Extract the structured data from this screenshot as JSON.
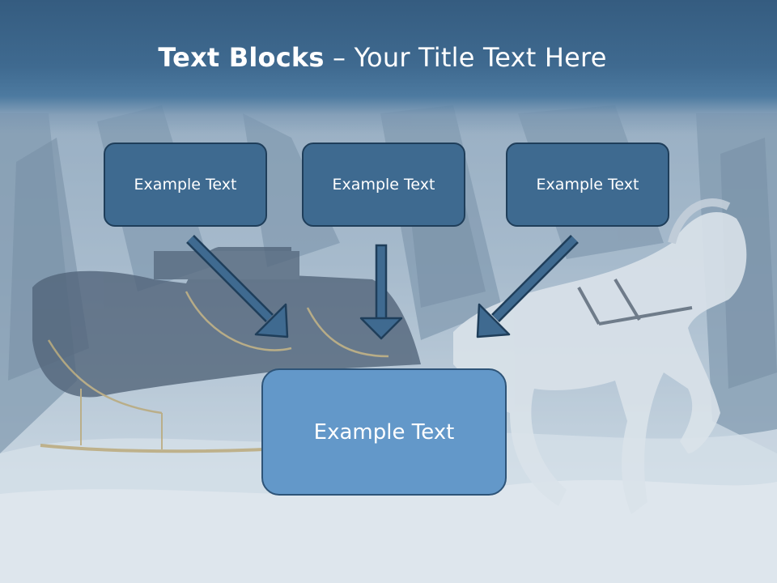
{
  "slide": {
    "title_bold": "Text Blocks",
    "title_dash": " – ",
    "title_rest": "Your Title Text Here",
    "blocks": [
      {
        "label": "Example Text"
      },
      {
        "label": "Example Text"
      },
      {
        "label": "Example Text"
      }
    ],
    "target": {
      "label": "Example Text"
    }
  },
  "colors": {
    "header": "#3f6a90",
    "small_box": "#3e6a90",
    "big_box": "#6398c9",
    "arrow_fill": "#3f6a90",
    "border": "#1f3e5a"
  },
  "icons": [
    "down-right-arrow-icon",
    "down-arrow-icon",
    "down-left-arrow-icon"
  ]
}
